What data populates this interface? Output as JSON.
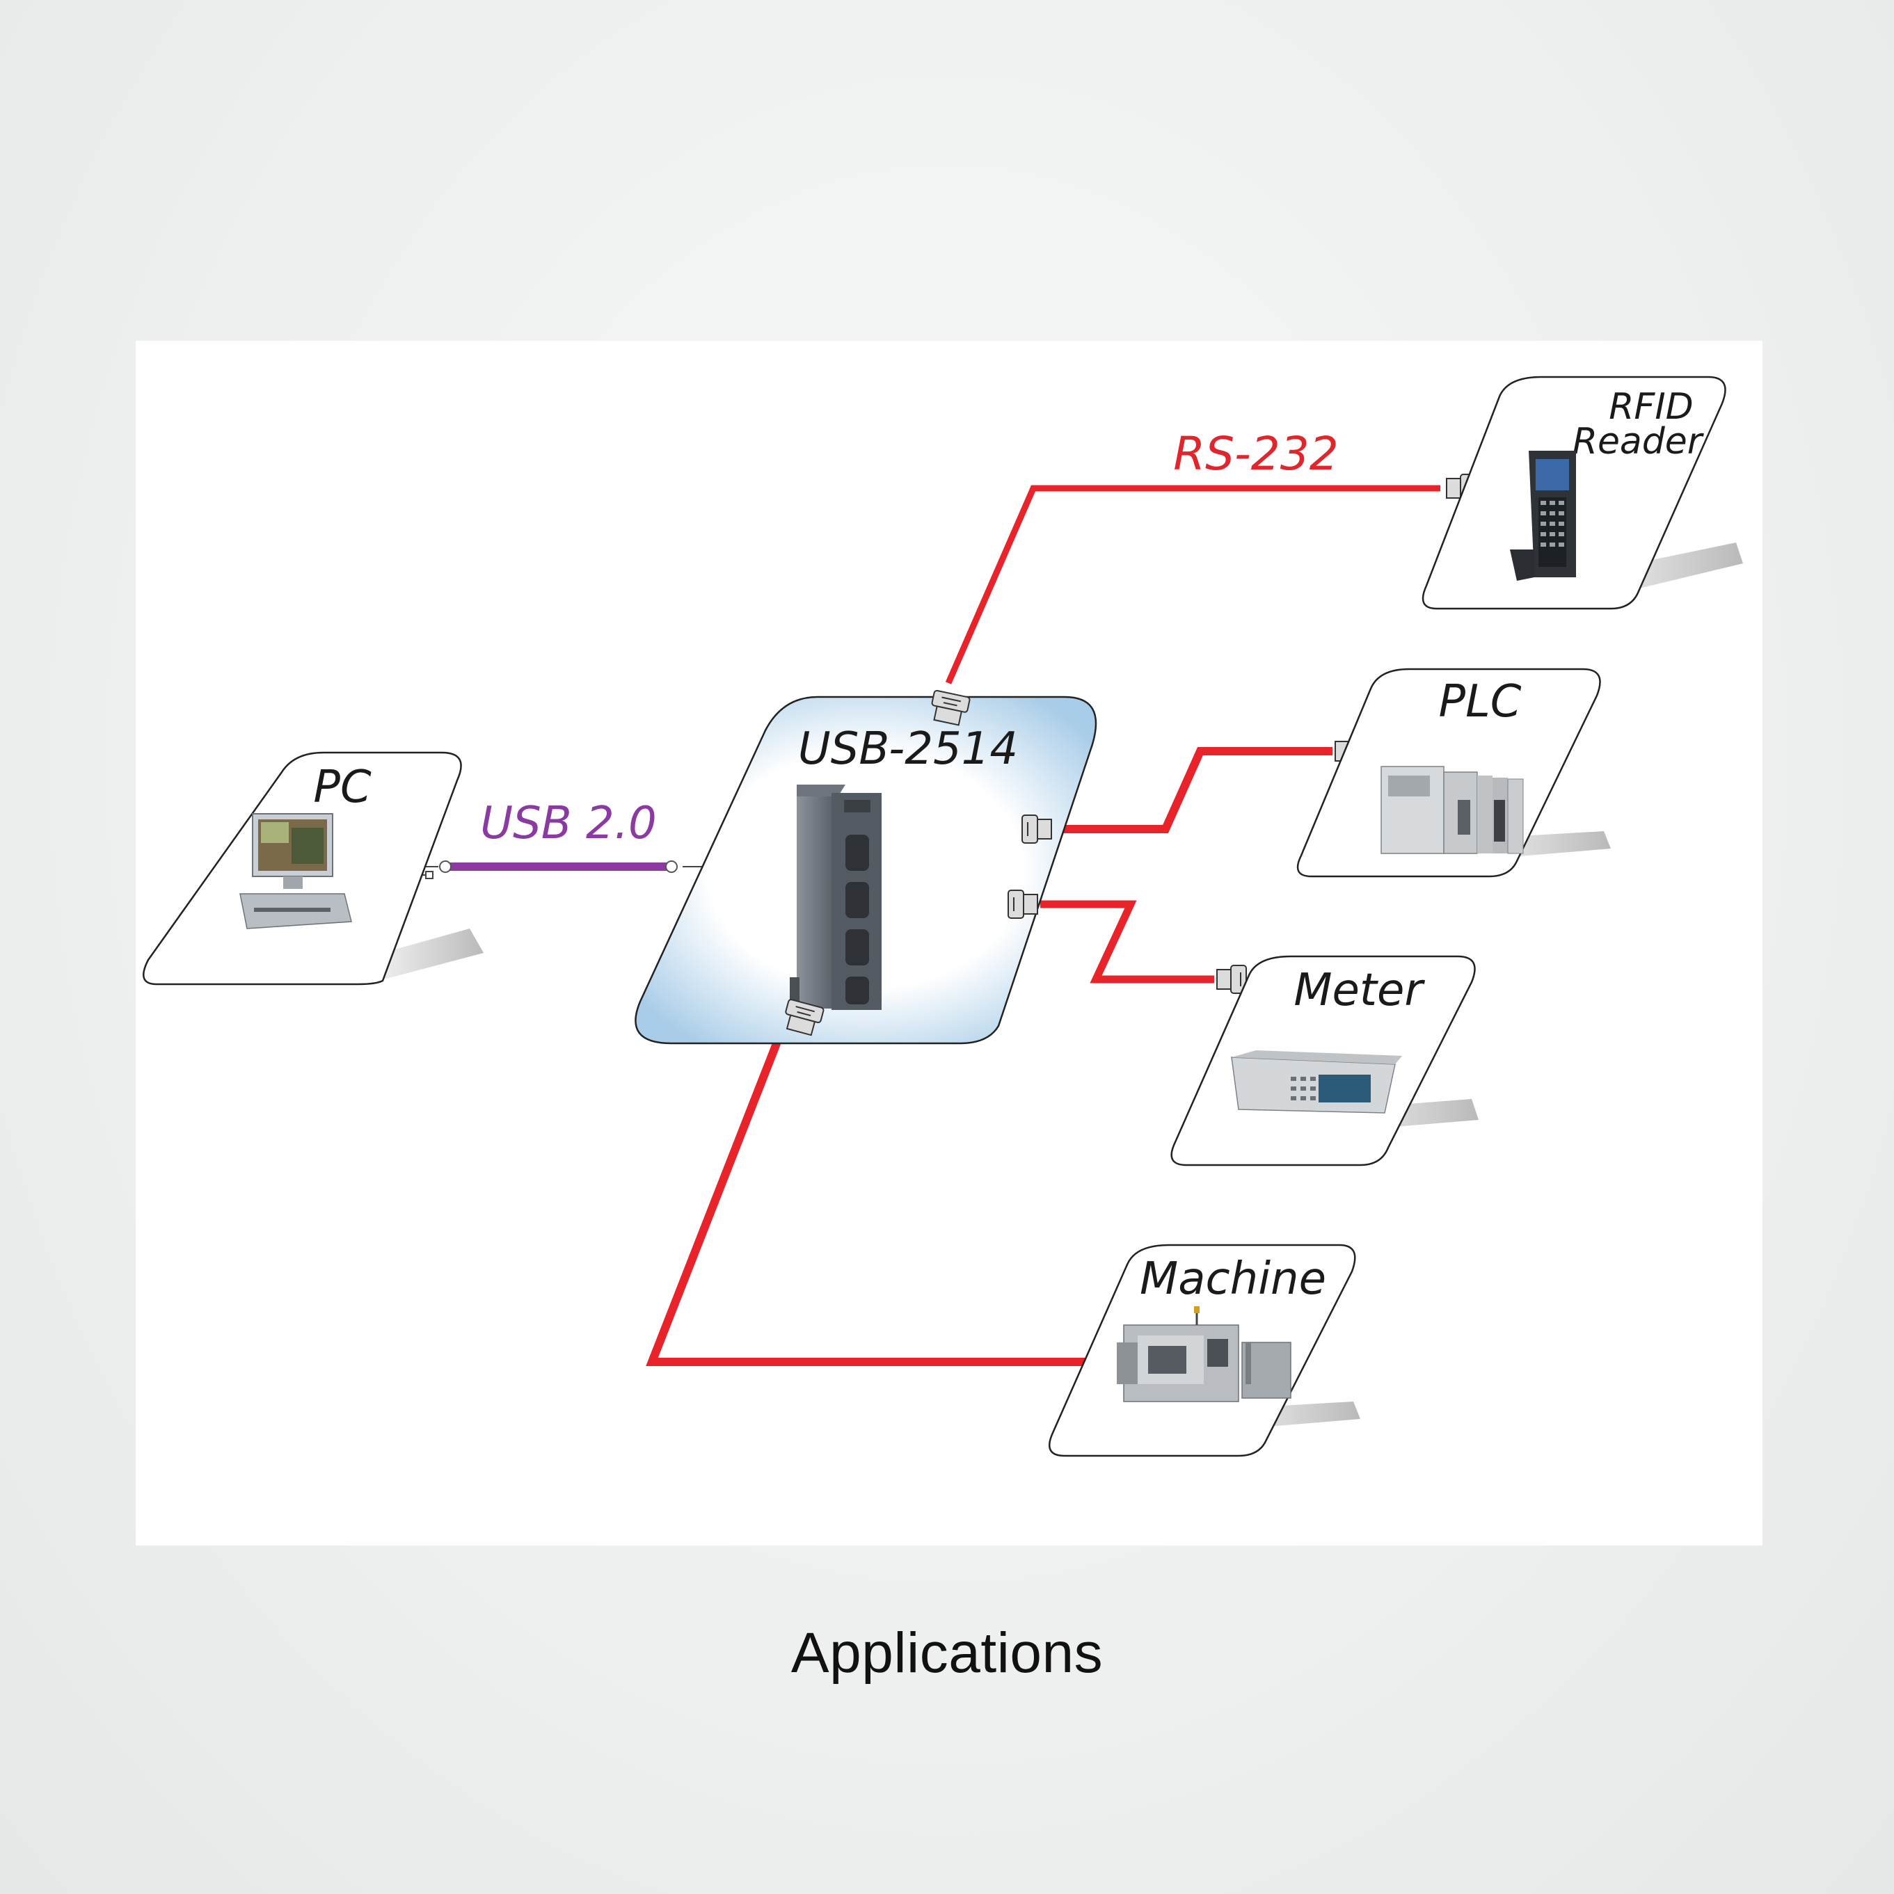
{
  "colors": {
    "rs232_line": "#e8232a",
    "usb_line": "#8a3aa0",
    "hub_fill": "#a9cde8",
    "text_dark": "#1a1a1a",
    "rs232_text": "#e0262c",
    "usb_text": "#8a3aa0"
  },
  "labels": {
    "hub": "USB-2514",
    "pc": "PC",
    "usb": "USB 2.0",
    "rs232": "RS-232",
    "rfid_line1": "RFID",
    "rfid_line2": "Reader",
    "plc": "PLC",
    "meter": "Meter",
    "machine": "Machine"
  },
  "icons": {
    "pc": "desktop-computer-icon",
    "rfid": "handheld-rfid-reader-icon",
    "plc": "plc-rack-icon",
    "meter": "measurement-meter-icon",
    "machine": "cnc-machine-icon",
    "hub_device": "usb-serial-converter-icon",
    "usb_plug": "usb-symbol-icon",
    "db9": "db9-connector-icon"
  },
  "caption": "Applications"
}
